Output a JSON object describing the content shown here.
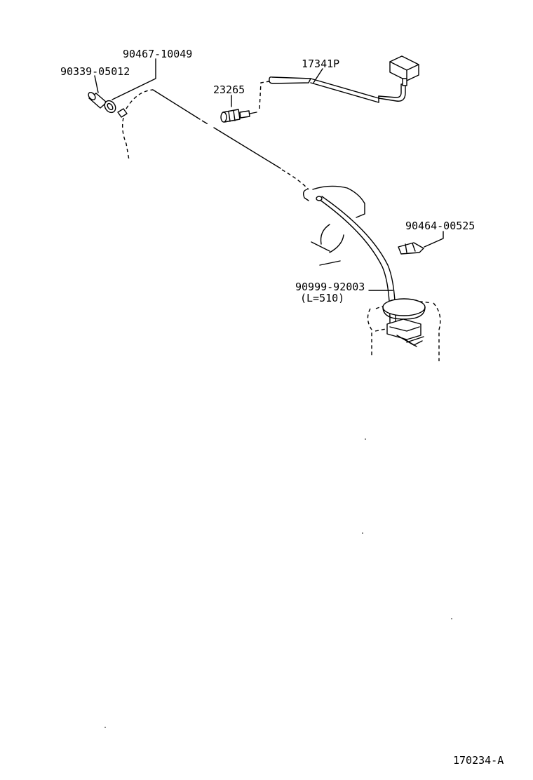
{
  "diagram": {
    "labels": {
      "clamp": "90467-10049",
      "plug": "90339-05012",
      "hose_assembly": "17341P",
      "connector": "23265",
      "clip": "90464-00525",
      "hose": "90999-92003",
      "hose_length": "(L=510)",
      "figure_id": "170234-A"
    }
  }
}
